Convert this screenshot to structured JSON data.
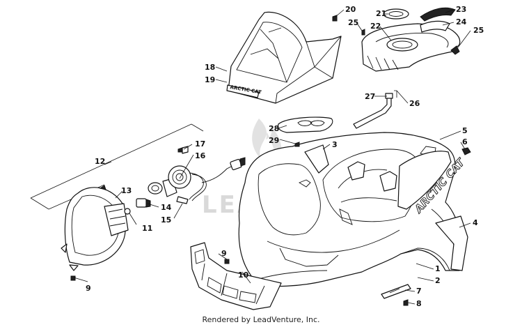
{
  "watermark": "LEADVENTURE",
  "footer": "Rendered by LeadVenture, Inc.",
  "decals": {
    "fender": "ARCTIC CAT",
    "seat": "ARCTIC CAT"
  },
  "callouts": {
    "c1": "1",
    "c2": "2",
    "c3": "3",
    "c4": "4",
    "c5": "5",
    "c6": "6",
    "c7": "7",
    "c8": "8",
    "c9a": "9",
    "c9b": "9",
    "c10": "10",
    "c11": "11",
    "c12": "12",
    "c13": "13",
    "c14": "14",
    "c15": "15",
    "c16": "16",
    "c17": "17",
    "c18": "18",
    "c19": "19",
    "c20": "20",
    "c21": "21",
    "c22": "22",
    "c23": "23",
    "c24": "24",
    "c25a": "25",
    "c25b": "25",
    "c26": "26",
    "c27": "27",
    "c28": "28",
    "c29": "29"
  }
}
